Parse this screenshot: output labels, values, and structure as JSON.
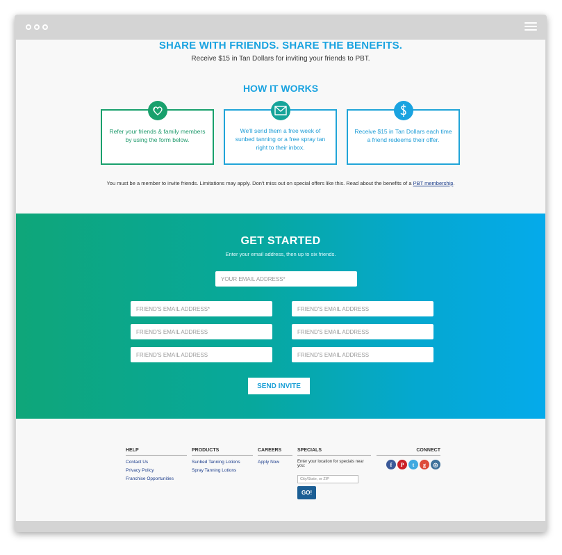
{
  "hero": {
    "title": "SHARE WITH FRIENDS. SHARE THE BENEFITS.",
    "subtitle": "Receive $15 in Tan Dollars for inviting your friends to PBT."
  },
  "how": {
    "title": "HOW IT WORKS",
    "cards": [
      {
        "icon": "hearts-icon",
        "text_1": "Refer your friends & family members",
        "text_2": "by using the form below."
      },
      {
        "icon": "envelope-icon",
        "text_1": "We'll send them a free week of",
        "text_2": "sunbed tanning or a free spray tan",
        "text_3": "right to their inbox."
      },
      {
        "icon": "dollar-icon",
        "text_1": "Receive $15 in Tan Dollars each time",
        "text_2": "a friend redeems their offer."
      }
    ]
  },
  "notice": {
    "text": "You must be a member to invite friends. Limitations may apply. Don't miss out on special offers like this. Read about the benefits of a ",
    "link": "PBT membership",
    "end": "."
  },
  "started": {
    "title": "GET STARTED",
    "subtitle": "Enter your email address, then up to six friends.",
    "your_email_placeholder": "YOUR EMAIL ADDRESS*",
    "friend_required_placeholder": "FRIEND'S EMAIL ADDRESS*",
    "friend_placeholder": "FRIEND'S EMAIL ADDRESS",
    "send_label": "SEND INVITE"
  },
  "footer": {
    "help": {
      "heading": "HELP",
      "links": [
        "Contact Us",
        "Privacy Policy",
        "Franchise Opportunities"
      ]
    },
    "products": {
      "heading": "PRODUCTS",
      "links": [
        "Sunbed Tanning Lotions",
        "Spray Tanning Lotions"
      ]
    },
    "careers": {
      "heading": "CAREERS",
      "links": [
        "Apply Now"
      ]
    },
    "specials": {
      "heading": "SPECIALS",
      "note": "Enter your location for specials near you:",
      "placeholder": "City/State, or ZIP",
      "go_label": "GO!"
    },
    "connect": {
      "heading": "CONNECT",
      "socials": [
        {
          "glyph": "f",
          "color": "#3b5998"
        },
        {
          "glyph": "P",
          "color": "#cb2027"
        },
        {
          "glyph": "t",
          "color": "#3fa9e0"
        },
        {
          "glyph": "g",
          "color": "#dd4b39"
        },
        {
          "glyph": "◎",
          "color": "#3f729b"
        }
      ]
    }
  },
  "colors": {
    "accent_blue": "#1aa3e0",
    "accent_green": "#19a06c",
    "go_button": "#1b5e94"
  }
}
